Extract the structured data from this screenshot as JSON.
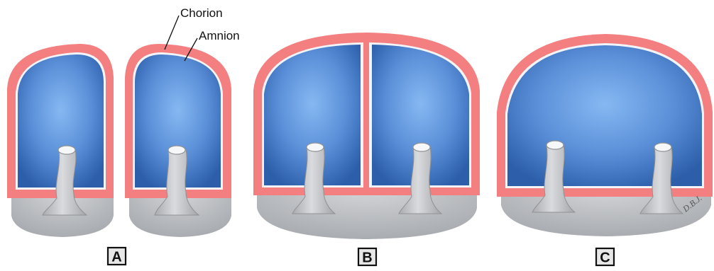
{
  "labels": {
    "chorion": "Chorion",
    "amnion": "Amnion"
  },
  "panels": {
    "a": "A",
    "b": "B",
    "c": "C"
  },
  "signature": "D.B.J.",
  "colors": {
    "chorion": "#f47f80",
    "amnion_line": "#f2f4f8",
    "amniotic_cavity_center": "#7fb0ec",
    "amniotic_cavity_edge": "#2f63b0",
    "placenta_center": "#cfd1d4",
    "placenta_edge": "#a9acb0",
    "umbilical_cord": "#c9cbce",
    "label_box_border": "#111111",
    "label_box_fill": "#e7e7e7"
  }
}
